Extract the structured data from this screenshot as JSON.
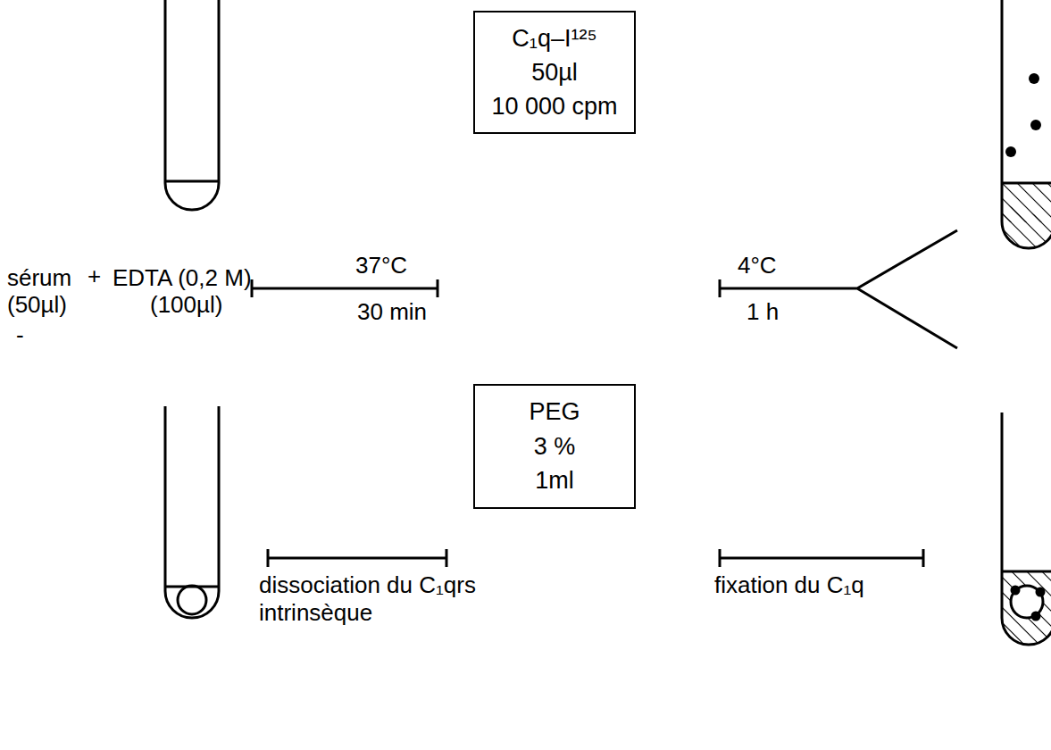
{
  "diagram": {
    "nodes": [
      {
        "text": [
          "C₁q–I¹²⁵",
          "50µl",
          "10 000 cpm"
        ]
      },
      {
        "text": [
          "PEG",
          "3 %",
          "1ml"
        ]
      }
    ],
    "labels": [
      "sérum",
      "(50µl)",
      "+",
      "EDTA (0,2 M)",
      "(100µl)",
      "37°C",
      "30 min",
      "-",
      "dissociation du C₁qrs intrinsèque",
      "4°C",
      "1 h",
      "fixation du C₁q"
    ]
  }
}
